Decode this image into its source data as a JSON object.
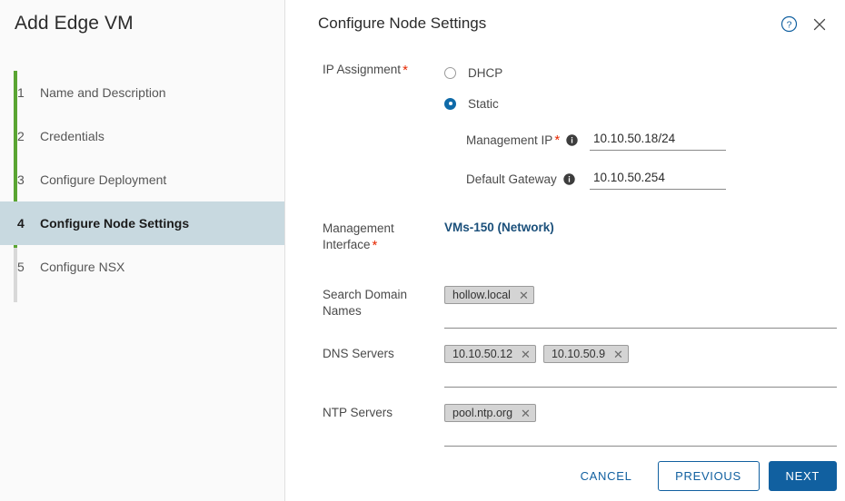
{
  "sidebar": {
    "title": "Add Edge VM",
    "accent_color": "#5aa532",
    "active_step_bg": "#c8d9e0",
    "steps": [
      {
        "num": "1",
        "label": "Name and Description",
        "active": false
      },
      {
        "num": "2",
        "label": "Credentials",
        "active": false
      },
      {
        "num": "3",
        "label": "Configure Deployment",
        "active": false
      },
      {
        "num": "4",
        "label": "Configure Node Settings",
        "active": true
      },
      {
        "num": "5",
        "label": "Configure NSX",
        "active": false
      }
    ]
  },
  "header": {
    "title": "Configure Node Settings",
    "help_icon": "help-circle-icon",
    "close_icon": "close-icon",
    "help_color": "#1160a0",
    "close_color": "#4a4a4a"
  },
  "form": {
    "ip_assignment": {
      "label": "IP Assignment",
      "required": true,
      "required_marker": "*",
      "options": [
        {
          "label": "DHCP",
          "selected": false
        },
        {
          "label": "Static",
          "selected": true
        }
      ],
      "selected_value": "Static",
      "accent_color": "#0f6aa8",
      "fields": [
        {
          "label": "Management IP",
          "required": true,
          "required_marker": "*",
          "info_icon": "info-circle-icon",
          "value": "10.10.50.18/24",
          "placeholder": ""
        },
        {
          "label": "Default Gateway",
          "required": false,
          "info_icon": "info-circle-icon",
          "value": "10.10.50.254",
          "placeholder": ""
        }
      ]
    },
    "management_interface": {
      "label": "Management Interface",
      "required": true,
      "required_marker": "*",
      "value": "VMs-150 (Network)",
      "value_color": "#1a4f7a"
    },
    "search_domain_names": {
      "label": "Search Domain Names",
      "required": false,
      "chips": [
        {
          "text": "hollow.local",
          "remove_icon": "close-icon"
        }
      ]
    },
    "dns_servers": {
      "label": "DNS Servers",
      "required": false,
      "chips": [
        {
          "text": "10.10.50.12",
          "remove_icon": "close-icon"
        },
        {
          "text": "10.10.50.9",
          "remove_icon": "close-icon"
        }
      ]
    },
    "ntp_servers": {
      "label": "NTP Servers",
      "required": false,
      "chips": [
        {
          "text": "pool.ntp.org",
          "remove_icon": "close-icon"
        }
      ]
    }
  },
  "footer": {
    "cancel_label": "CANCEL",
    "previous_label": "PREVIOUS",
    "next_label": "NEXT",
    "primary_color": "#1160a0"
  }
}
